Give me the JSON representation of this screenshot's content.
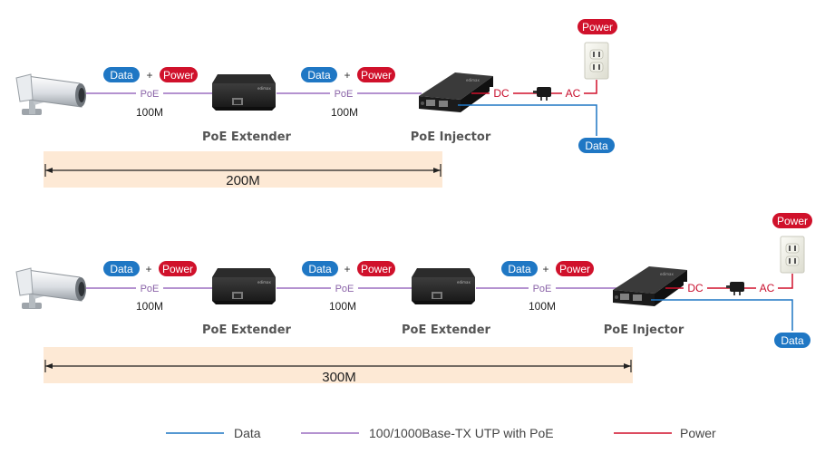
{
  "labels": {
    "data": "Data",
    "power": "Power",
    "plus": "+",
    "poe": "PoE",
    "distance": "100M",
    "extender": "PoE Extender",
    "injector": "PoE Injector",
    "dc": "DC",
    "ac": "AC",
    "span_top": "200M",
    "span_bottom": "300M"
  },
  "legend": {
    "data": "Data",
    "utp": "100/1000Base-TX UTP with PoE",
    "power": "Power"
  },
  "colors": {
    "data": "#1f77c4",
    "power": "#d0112b",
    "utp": "#9b6fc0",
    "span_fill": "#fde9d5",
    "device_body": "#1c1c1c"
  },
  "icons": [
    "camera-icon",
    "extender-icon",
    "injector-icon",
    "power-adapter-icon",
    "wall-outlet-icon"
  ]
}
